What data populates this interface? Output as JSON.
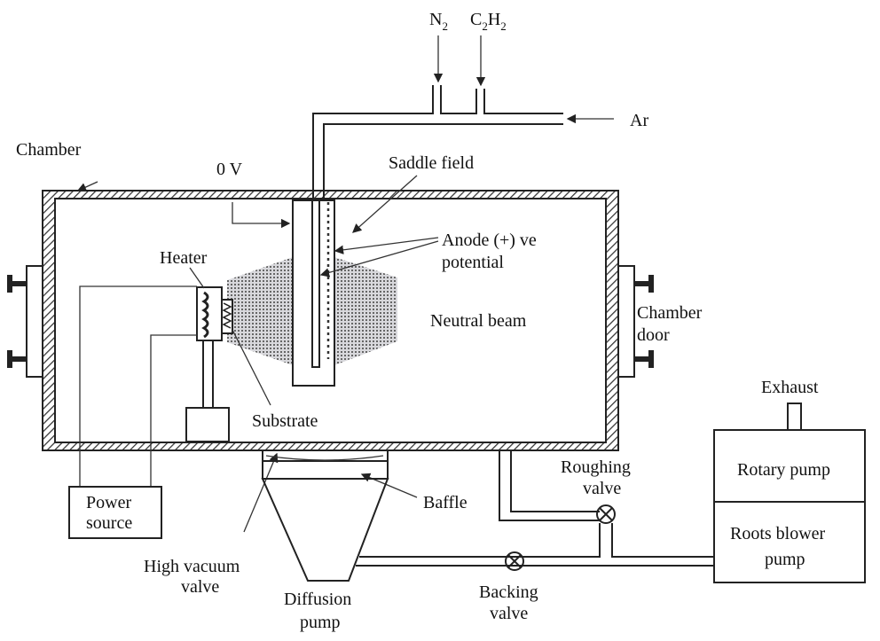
{
  "labels": {
    "n2": "N",
    "n2_sub": "2",
    "c2h2_c": "C",
    "c2h2_sub1": "2",
    "c2h2_h": "H",
    "c2h2_sub2": "2",
    "ar": "Ar",
    "chamber": "Chamber",
    "zero_v": "0 V",
    "saddle_field": "Saddle field",
    "anode_line1": "Anode (+) ve",
    "anode_line2": "potential",
    "heater": "Heater",
    "neutral_beam": "Neutral beam",
    "chamber_door_line1": "Chamber",
    "chamber_door_line2": "door",
    "substrate": "Substrate",
    "exhaust": "Exhaust",
    "rotary_pump": "Rotary pump",
    "roots_line1": "Roots blower",
    "roots_line2": "pump",
    "roughing_line1": "Roughing",
    "roughing_line2": "valve",
    "baffle": "Baffle",
    "power_line1": "Power",
    "power_line2": "source",
    "hv_line1": "High vacuum",
    "hv_line2": "valve",
    "diffusion_line1": "Diffusion",
    "diffusion_line2": "pump",
    "backing_line1": "Backing",
    "backing_line2": "valve"
  }
}
